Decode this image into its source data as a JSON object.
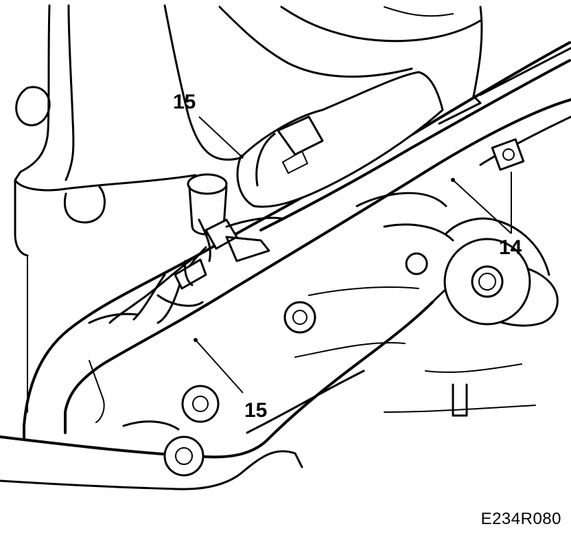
{
  "callouts": {
    "label_15_top": "15",
    "label_14": "14",
    "label_15_bottom": "15"
  },
  "figure_id": "E234R080"
}
